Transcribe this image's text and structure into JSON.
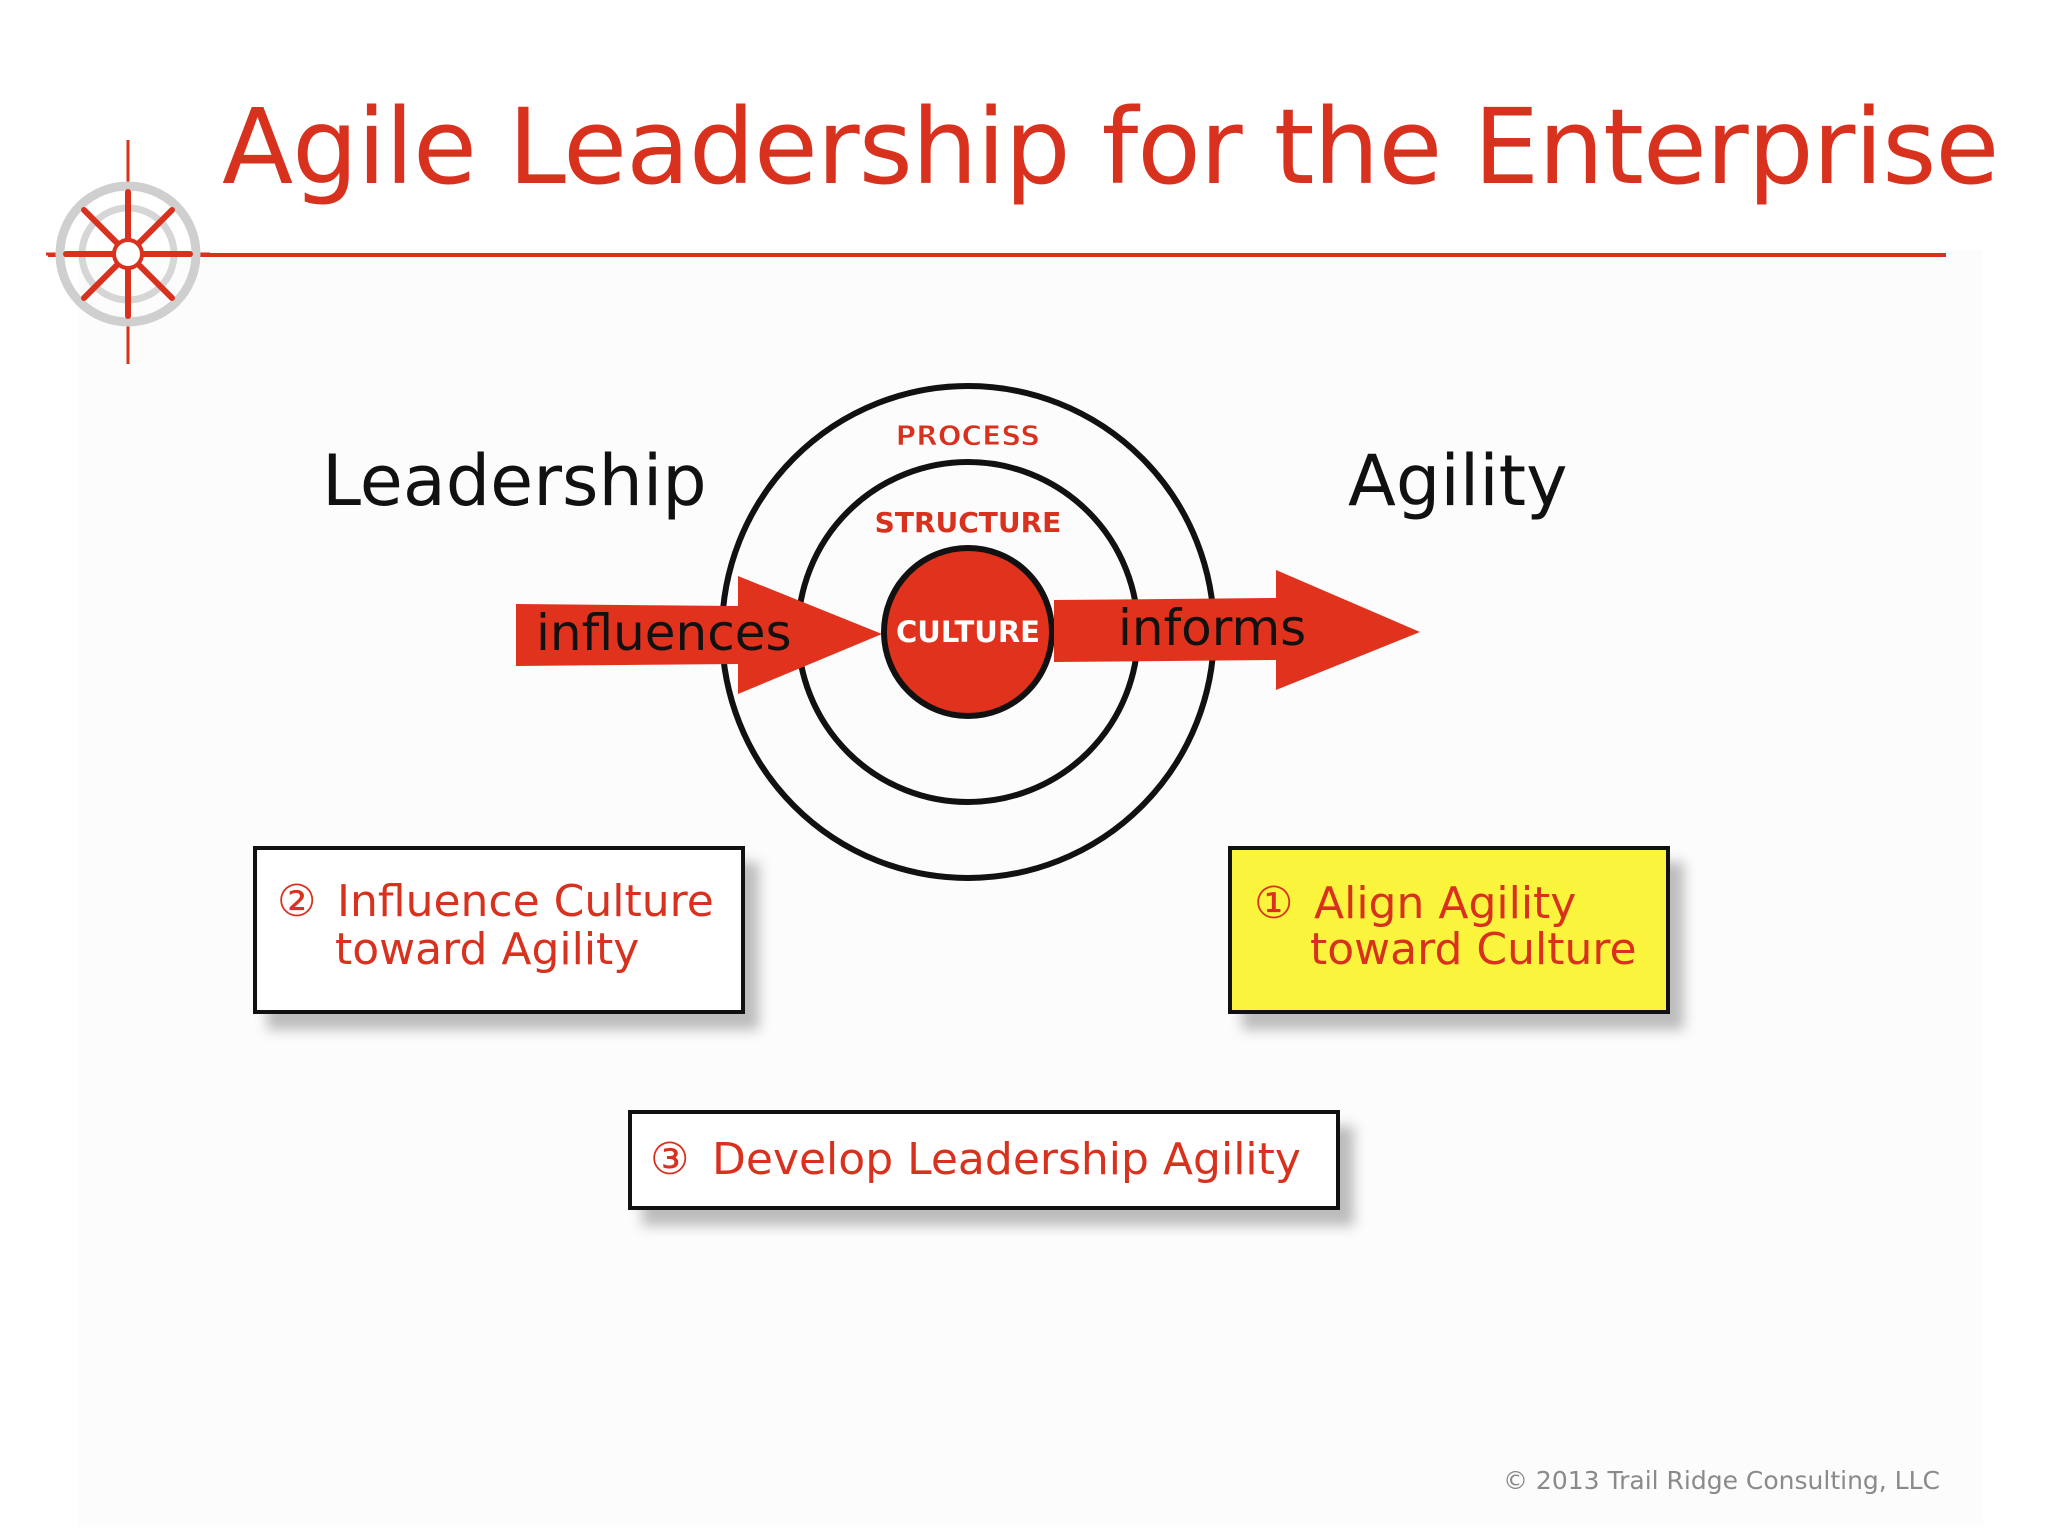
{
  "slide": {
    "title": "Agile Leadership for the Enterprise",
    "copyright": "© 2013 Trail Ridge Consulting, LLC"
  },
  "diagram": {
    "left_label": "Leadership",
    "right_label": "Agility",
    "rings": {
      "outer": "PROCESS",
      "middle": "STRUCTURE",
      "center": "CULTURE"
    },
    "arrow_left_label": "influences",
    "arrow_right_label": "informs"
  },
  "boxes": [
    {
      "number": "②",
      "line1": "Influence Culture",
      "line2": "toward Agility"
    },
    {
      "number": "①",
      "line1": "Align Agility",
      "line2": "toward Culture"
    },
    {
      "number": "③",
      "line1": "Develop Leadership Agility"
    }
  ],
  "colors": {
    "accent_red": "#d8321f",
    "arrow_red": "#e0321c",
    "highlight_yellow": "#faf53c",
    "ink": "#111111"
  },
  "icons": {
    "logo": "compass-rose-icon"
  }
}
